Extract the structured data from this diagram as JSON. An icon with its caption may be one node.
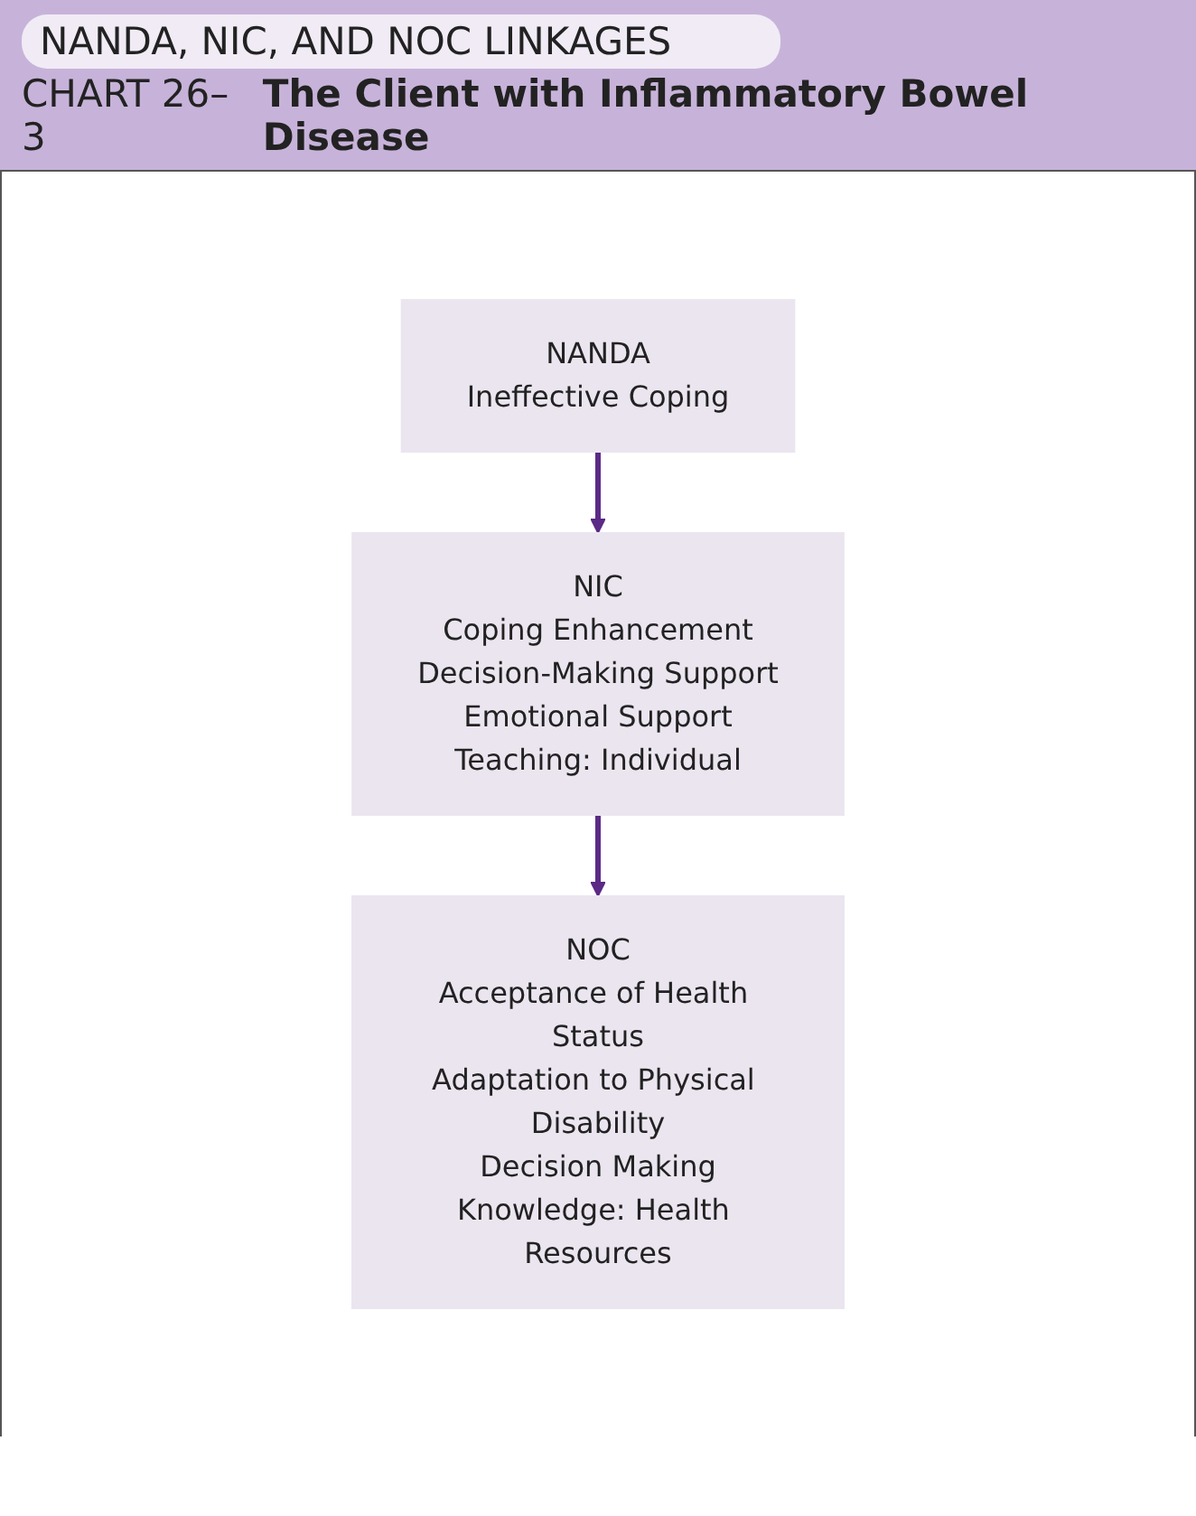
{
  "diagram": {
    "title": "NANDA, NIC, AND NOC LINKAGES",
    "labels": [
      "CHART 26–3",
      "The Client with Inflammatory Bowel Disease"
    ],
    "nodes": [
      {
        "text": [
          "NANDA",
          "Ineffective Coping"
        ]
      },
      {
        "text": [
          "NIC",
          "Coping Enhancement",
          "Decision-Making Support",
          "Emotional Support",
          "Teaching: Individual"
        ]
      },
      {
        "text": [
          "NOC",
          "Acceptance of Health Status",
          "Adaptation to Physical Disability",
          "Decision Making",
          "Knowledge: Health Resources"
        ]
      }
    ],
    "edges": [
      {
        "from": 0,
        "to": 1,
        "arrow": "to"
      },
      {
        "from": 1,
        "to": 2,
        "arrow": "to"
      }
    ]
  }
}
